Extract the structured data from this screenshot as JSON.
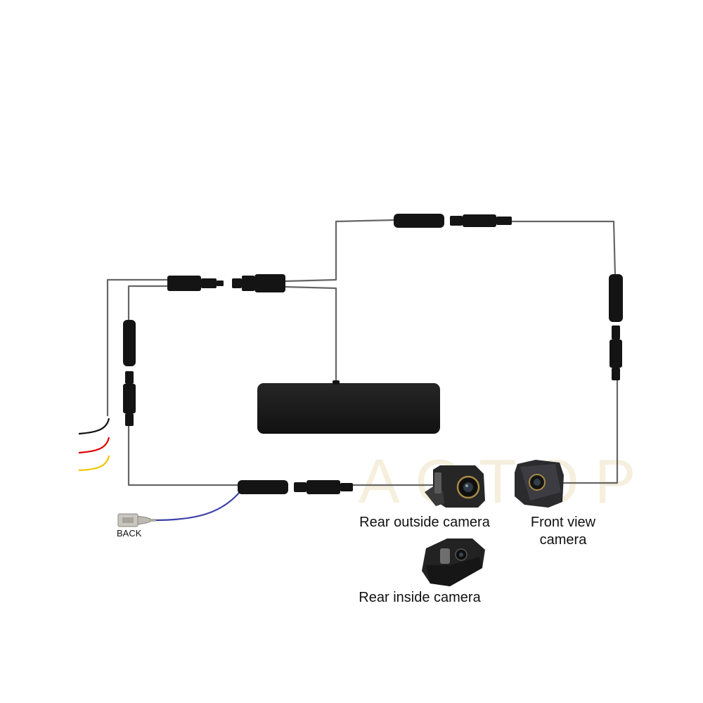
{
  "watermark": "AOTOP",
  "labels": {
    "back": "BACK",
    "rear_outside_camera": "Rear outside camera",
    "front_view_camera": "Front view camera",
    "rear_inside_camera": "Rear inside camera"
  },
  "colors": {
    "cable": "#666666",
    "connector": "#141414",
    "mirror_body": "#1a1a1a",
    "wire_black": "#111111",
    "wire_red": "#e10000",
    "wire_yellow": "#f2c600",
    "wire_blue": "#3b3fa8"
  }
}
